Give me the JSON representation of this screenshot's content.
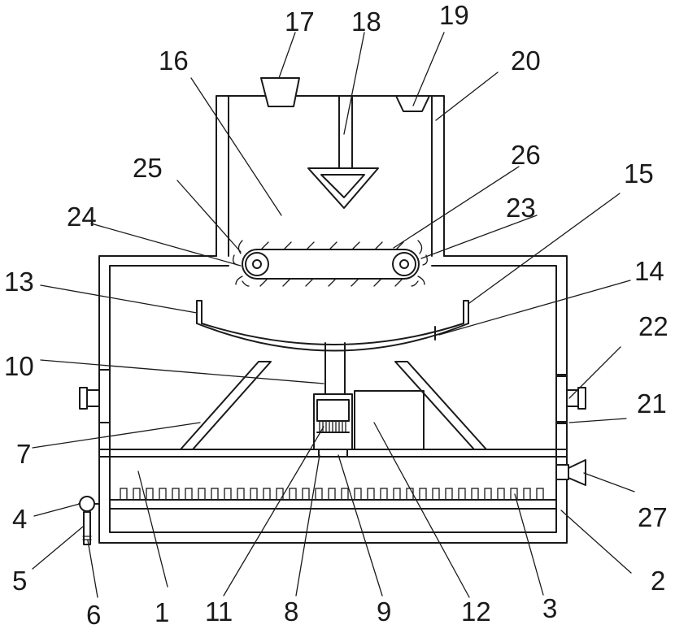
{
  "figure": {
    "labels": {
      "l1": "1",
      "l2": "2",
      "l3": "3",
      "l4": "4",
      "l5": "5",
      "l6": "6",
      "l7": "7",
      "l8": "8",
      "l9": "9",
      "l10": "10",
      "l11": "11",
      "l12": "12",
      "l13": "13",
      "l14": "14",
      "l15": "15",
      "l16": "16",
      "l17": "17",
      "l18": "18",
      "l19": "19",
      "l20": "20",
      "l21": "21",
      "l22": "22",
      "l23": "23",
      "l24": "24",
      "l25": "25",
      "l26": "26",
      "l27": "27"
    }
  },
  "colors": {
    "line": "#1a1a1a",
    "background": "#ffffff"
  }
}
